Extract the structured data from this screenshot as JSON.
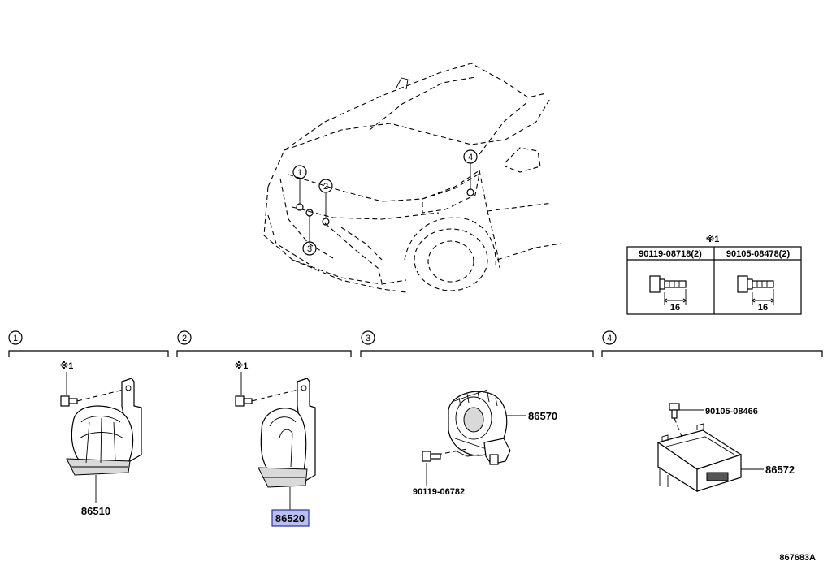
{
  "diagram_code": "867683A",
  "callouts": [
    "1",
    "2",
    "3",
    "4"
  ],
  "note_mark": "※1",
  "note_table": {
    "mark": "※1",
    "headers": [
      "90119-08718(2)",
      "90105-08478(2)"
    ],
    "dimension": "16"
  },
  "groups": [
    {
      "id": "1",
      "callout": "1",
      "note": "※1",
      "parts": [
        "86510"
      ]
    },
    {
      "id": "2",
      "callout": "2",
      "note": "※1",
      "parts": [
        "86520"
      ],
      "highlighted": "86520"
    },
    {
      "id": "3",
      "callout": "3",
      "parts": [
        "86570",
        "90119-06782"
      ]
    },
    {
      "id": "4",
      "callout": "4",
      "parts": [
        "90105-08466",
        "86572"
      ]
    }
  ],
  "colors": {
    "highlight_fill": "#b9bff0",
    "highlight_border": "#2a2fa8",
    "line": "#000000"
  }
}
